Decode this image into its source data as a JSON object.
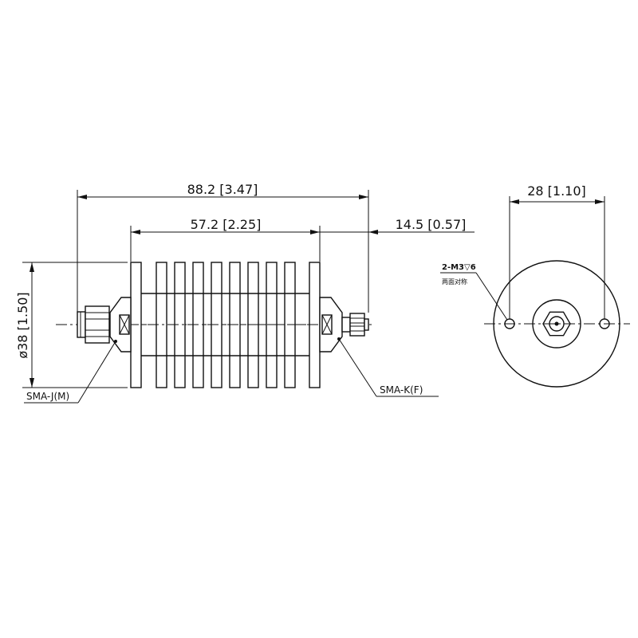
{
  "dimensions": {
    "overall_length": "88.2 [3.47]",
    "body_length": "57.2 [2.25]",
    "connector_length": "14.5 [0.57]",
    "diameter": "ø38 [1.50]",
    "hole_spacing": "28 [1.10]"
  },
  "labels": {
    "left_connector": "SMA-J(M)",
    "right_connector": "SMA-K(F)",
    "hole_note": "2-M3▽6",
    "hole_note_sub": "两面对称"
  }
}
